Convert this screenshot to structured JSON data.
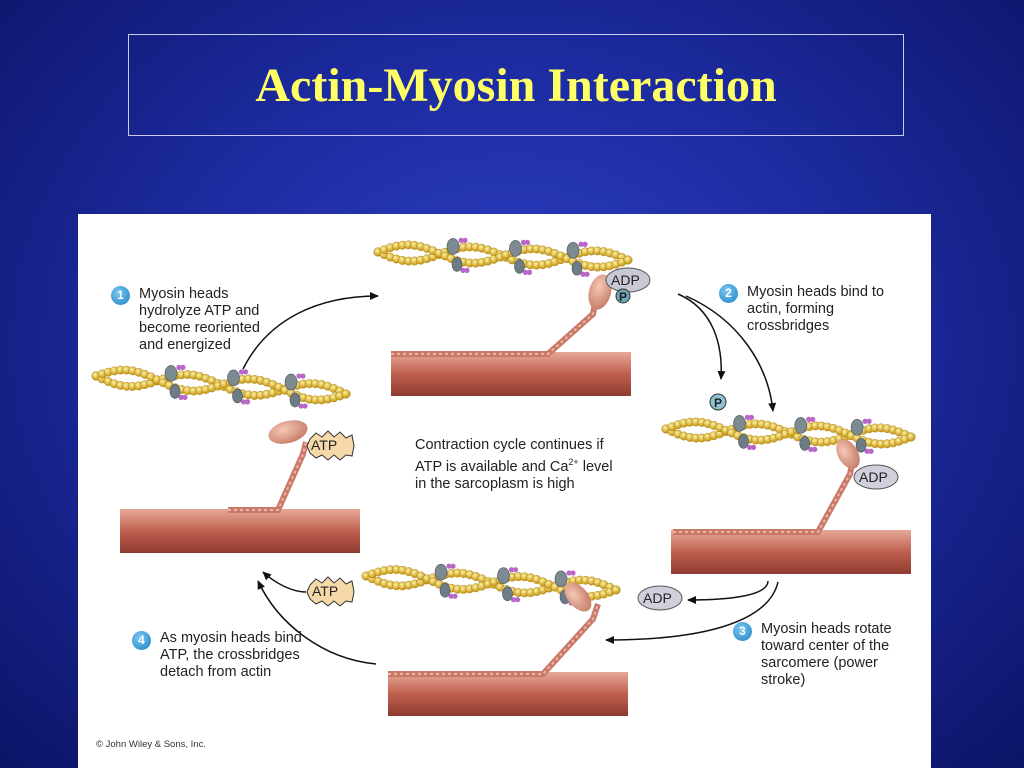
{
  "slide": {
    "title": "Actin-Myosin Interaction",
    "copyright": "© John Wiley & Sons, Inc."
  },
  "steps": [
    {
      "number": "1",
      "lines": [
        "Myosin heads",
        "hydrolyze ATP and",
        "become reoriented",
        "and energized"
      ]
    },
    {
      "number": "2",
      "lines": [
        "Myosin heads bind to",
        "actin, forming",
        "crossbridges"
      ]
    },
    {
      "number": "3",
      "lines": [
        "Myosin heads rotate",
        "toward center of the",
        "sarcomere (power",
        "stroke)"
      ]
    },
    {
      "number": "4",
      "lines": [
        "As myosin heads bind",
        "ATP, the crossbridges",
        "detach from actin"
      ]
    }
  ],
  "center_note": {
    "line1": "Contraction cycle continues if",
    "line2_before": "ATP is available and Ca",
    "line2_sup": "2+",
    "line2_after": " level",
    "line3": "in the sarcoplasm is high"
  },
  "molecules": {
    "atp": "ATP",
    "adp": "ADP",
    "phosphate": "P"
  },
  "colors": {
    "background": "#1e2ca3",
    "title": "#ffff66",
    "step_circle": "#1f7fc2",
    "actin_bead": "#e8c23a",
    "actin_strand": "#9a6a2a",
    "myosin": "#d89a86",
    "thick_filament": "#c96f5e",
    "arrow": "#111111"
  }
}
